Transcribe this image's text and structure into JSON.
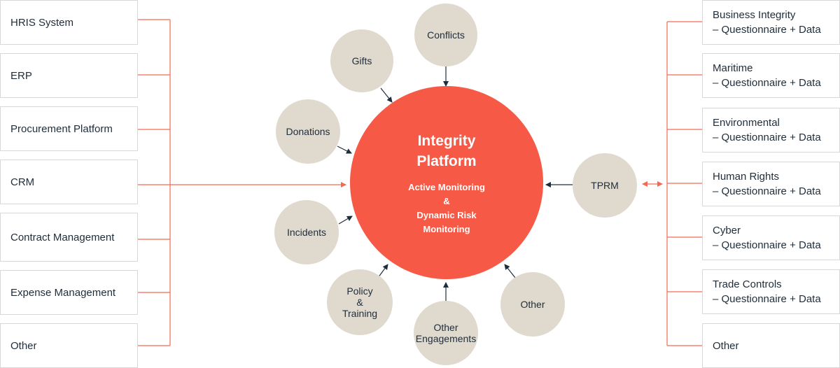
{
  "left_systems": [
    "HRIS System",
    "ERP",
    "Procurement Platform",
    "CRM",
    "Contract Management",
    "Expense Management",
    "Other"
  ],
  "right_modules": [
    {
      "line1": "Business Integrity",
      "line2": "– Questionnaire + Data"
    },
    {
      "line1": "Maritime",
      "line2": "– Questionnaire + Data"
    },
    {
      "line1": "Environmental",
      "line2": "– Questionnaire + Data"
    },
    {
      "line1": "Human Rights",
      "line2": "– Questionnaire + Data"
    },
    {
      "line1": "Cyber",
      "line2": "– Questionnaire + Data"
    },
    {
      "line1": "Trade Controls",
      "line2": "– Questionnaire + Data"
    },
    {
      "line1": "Other",
      "line2": ""
    }
  ],
  "hub": {
    "title_line1": "Integrity",
    "title_line2": "Platform",
    "sub_line1": "Active Monitoring",
    "sub_line2": "&",
    "sub_line3": "Dynamic Risk",
    "sub_line4": "Monitoring"
  },
  "satellites": {
    "conflicts": "Conflicts",
    "gifts": "Gifts",
    "donations": "Donations",
    "incidents": "Incidents",
    "policy_line1": "Policy",
    "policy_line2": "&",
    "policy_line3": "Training",
    "other_eng_line1": "Other",
    "other_eng_line2": "Engagements",
    "other": "Other",
    "tprm": "TPRM"
  },
  "colors": {
    "hub": "#f65a46",
    "satellite": "#e0d9ce",
    "connector": "#f26a55",
    "arrow": "#1f2d3a",
    "box_border": "#d8d8d8",
    "text": "#1f2d3a"
  }
}
